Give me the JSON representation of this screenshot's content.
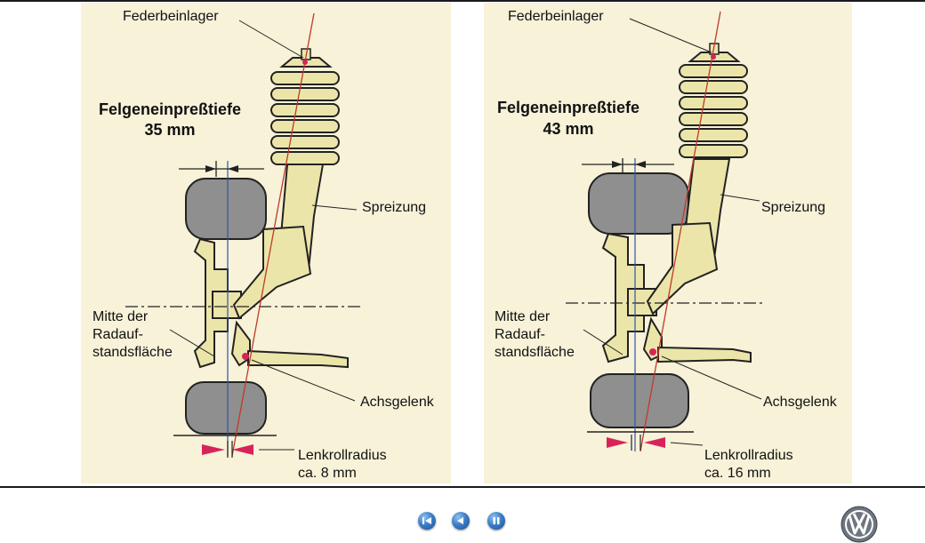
{
  "diagrams": [
    {
      "strut_bearing": "Federbeinlager",
      "offset_title_1": "Felgeneinpreßtiefe",
      "offset_value": "35 mm",
      "inclination": "Spreizung",
      "contact_center_1": "Mitte der",
      "contact_center_2": "Radauf-",
      "contact_center_3": "standsfläche",
      "ball_joint": "Achsgelenk",
      "scrub_radius_label": "Lenkrollradius",
      "scrub_radius_value": "ca. 8 mm"
    },
    {
      "strut_bearing": "Federbeinlager",
      "offset_title_1": "Felgeneinpreßtiefe",
      "offset_value": "43 mm",
      "inclination": "Spreizung",
      "contact_center_1": "Mitte der",
      "contact_center_2": "Radauf-",
      "contact_center_3": "standsfläche",
      "ball_joint": "Achsgelenk",
      "scrub_radius_label": "Lenkrollradius",
      "scrub_radius_value": "ca. 16 mm"
    }
  ],
  "nav": {
    "buttons": [
      "rewind-icon",
      "back-icon",
      "pause-icon"
    ],
    "logo": "VW"
  },
  "colors": {
    "panel_bg": "#f7f2d8",
    "strut": "#ece5a9",
    "tire": "#8f8f8f",
    "marker": "#d8235a",
    "axis_line": "#2f55a8",
    "steering_axis": "#c0392b"
  }
}
